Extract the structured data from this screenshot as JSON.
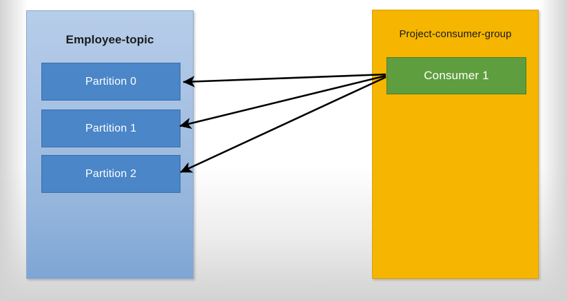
{
  "diagram": {
    "title_context": "Kafka topic partitions consumed by a single consumer",
    "background_color": "#ffffff"
  },
  "topic_panel": {
    "name": "Employee-topic",
    "fill_color": "#a8c2e4",
    "border_color": "#8aa9cf",
    "partitions": [
      {
        "label": "Partition 0",
        "fill_color": "#4a86c8",
        "text_color": "#ffffff"
      },
      {
        "label": "Partition 1",
        "fill_color": "#4a86c8",
        "text_color": "#ffffff"
      },
      {
        "label": "Partition 2",
        "fill_color": "#4a86c8",
        "text_color": "#ffffff"
      }
    ]
  },
  "group_panel": {
    "name": "Project-consumer-group",
    "fill_color": "#f5b500",
    "border_color": "#d79e05",
    "consumers": [
      {
        "label": "Consumer 1",
        "fill_color": "#5f9e3f",
        "text_color": "#ffffff"
      }
    ]
  },
  "connections": {
    "color": "#000000",
    "arrows": [
      {
        "from": "Consumer 1",
        "to": "Partition 0",
        "direction": "right-to-left"
      },
      {
        "from": "Consumer 1",
        "to": "Partition 1",
        "direction": "right-to-left"
      },
      {
        "from": "Consumer 1",
        "to": "Partition 2",
        "direction": "right-to-left"
      }
    ]
  }
}
